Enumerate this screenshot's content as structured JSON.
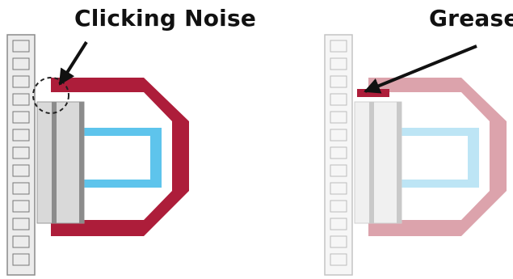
{
  "labels": {
    "left": "Clicking Noise",
    "right": "Grease"
  },
  "colors": {
    "crimson": "#ad1d3a",
    "crimson_faded": "#dca3ac",
    "blue": "#5ec4ec",
    "blue_faded": "#bde5f5",
    "gray_panel": "#d9d9d9",
    "gray_panel_faded": "#f0f0f0",
    "dark_bar": "#8c8c8c",
    "grease": "#ad1d3a"
  },
  "diagrams": [
    {
      "name": "without-grease",
      "faded": false,
      "annotation": "clicking-noise"
    },
    {
      "name": "with-grease",
      "faded": true,
      "annotation": "grease"
    }
  ]
}
